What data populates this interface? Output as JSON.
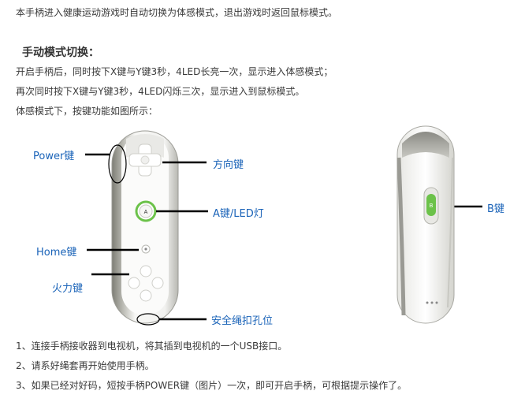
{
  "intro": "本手柄进入健康运动游戏时自动切换为体感模式，退出游戏时返回鼠标模式。",
  "manual_switch": {
    "heading": "手动模式切换：",
    "lines": [
      "开启手柄后，同时按下X键与Y键3秒，4LED长亮一次，显示进入体感模式；",
      "再次同时按下X键与Y键3秒，4LED闪烁三次，显示进入到鼠标模式。",
      "体感模式下，按键功能如图所示："
    ]
  },
  "diagram_labels": {
    "power": "Power键",
    "direction": "方向键",
    "a_led": "A键/LED灯",
    "home": "Home键",
    "fire": "火力键",
    "safety": "安全绳扣孔位",
    "b": "B键"
  },
  "button_letters": {
    "a": "A",
    "b": "B"
  },
  "steps": [
    "1、连接手柄接收器到电视机，将其插到电视机的一个USB接口。",
    "2、请系好绳套再开始使用手柄。",
    "3、如果已经对好码，短按手柄POWER键（图片）一次，即可开启手柄，可根据提示操作了。"
  ],
  "colors": {
    "label": "#1a63b8",
    "accent": "#6cc24a"
  }
}
